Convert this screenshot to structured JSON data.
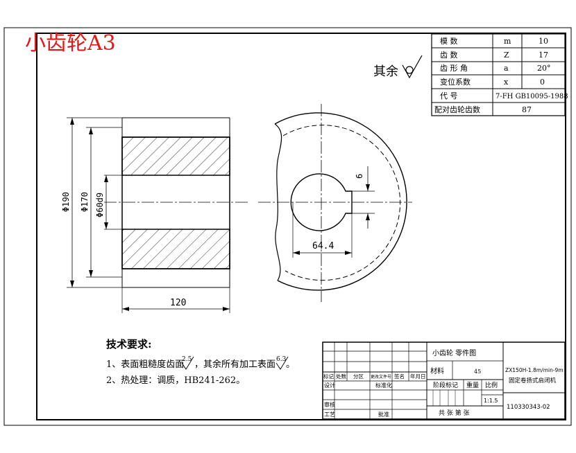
{
  "title": "小齿轮A3",
  "surface_note": "其余",
  "gear_params": {
    "rows": [
      {
        "name": "模    数",
        "symbol": "m",
        "value": "10"
      },
      {
        "name": "齿    数",
        "symbol": "Z",
        "value": "17"
      },
      {
        "name": "齿 形 角",
        "symbol": "a",
        "value": "20°"
      },
      {
        "name": "变位系数",
        "symbol": "x",
        "value": "0"
      },
      {
        "name": "代    号",
        "symbol": "7-FH GB10095-1988",
        "value": ""
      },
      {
        "name": "配对齿轮齿数",
        "symbol": "",
        "value": "87"
      }
    ]
  },
  "dimensions": {
    "outer_dia": "Φ190",
    "root_dia": "Φ170",
    "bore_dia": "Φ60d9",
    "width": "120",
    "keyway_depth": "64.4",
    "keyway_width": "6"
  },
  "tech_req": {
    "heading": "技术要求:",
    "line1_a": "1、表面粗糙度齿面",
    "line1_r1": "2.5",
    "line1_b": "，其余所有加工表面",
    "line1_r2": "6.3",
    "line1_c": "。",
    "line2": "2、热处理：调质，HB241-262。"
  },
  "title_block": {
    "part_name": "小齿轮  零件图",
    "material_label": "材料",
    "material_value": "45",
    "product_name": "ZX150H-1.8m/min-9m",
    "product_sub": "固定卷扬式启闭机",
    "drawing_no": "110330343-02",
    "scale": "1:1.5",
    "stage_label": "阶段标记",
    "weight_label": "重量",
    "ratio_label": "比例",
    "sheets": "共    张    第    张",
    "rev_row": [
      "标记",
      "处数",
      "分区",
      "更改文件号",
      "签名",
      "年月日"
    ],
    "design": "设计",
    "standard": "标准化",
    "check": "审核",
    "process": "工艺",
    "approve": "批准"
  }
}
